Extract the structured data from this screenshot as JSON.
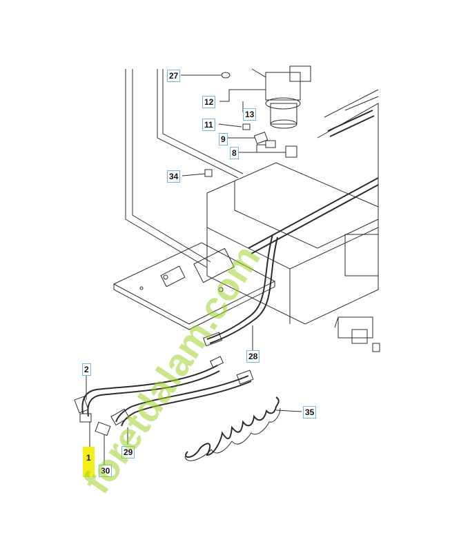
{
  "diagram": {
    "callouts": [
      {
        "id": "c27",
        "label": "27"
      },
      {
        "id": "c12",
        "label": "12"
      },
      {
        "id": "c13",
        "label": "13"
      },
      {
        "id": "c11",
        "label": "11"
      },
      {
        "id": "c9",
        "label": "9"
      },
      {
        "id": "c8",
        "label": "8"
      },
      {
        "id": "c34",
        "label": "34"
      },
      {
        "id": "c28",
        "label": "28"
      },
      {
        "id": "c2",
        "label": "2"
      },
      {
        "id": "c35",
        "label": "35"
      },
      {
        "id": "c29",
        "label": "29"
      },
      {
        "id": "c1",
        "label": "1",
        "highlighted": true
      },
      {
        "id": "c30",
        "label": "30"
      }
    ],
    "highlight_color": "#f2ee1a",
    "callout_border_color": "#6fb8d6",
    "line_color": "#2a2a2a"
  },
  "watermark": {
    "text": "foretdalam.com",
    "colors": [
      "#9fd12a",
      "#c8a060"
    ]
  }
}
